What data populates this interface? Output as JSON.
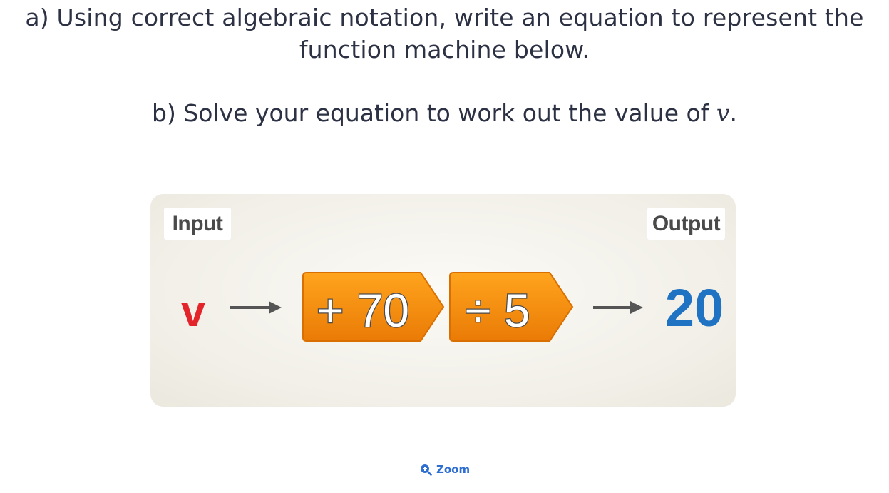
{
  "question": {
    "part_a": "a) Using correct algebraic notation, write an equation to represent the function machine below.",
    "part_b_prefix": "b) Solve your equation to work out the value of ",
    "part_b_variable": "v",
    "part_b_suffix": "."
  },
  "function_machine": {
    "input_label": "Input",
    "output_label": "Output",
    "input_value": "v",
    "operations": [
      "+ 70",
      "÷ 5"
    ],
    "output_value": "20",
    "colors": {
      "input_value": "#e3242b",
      "output_value": "#1f73c2",
      "operation_box": "#f08a0c",
      "arrow": "#555555"
    }
  },
  "zoom_button": {
    "label": "Zoom",
    "icon": "zoom-in-icon"
  }
}
